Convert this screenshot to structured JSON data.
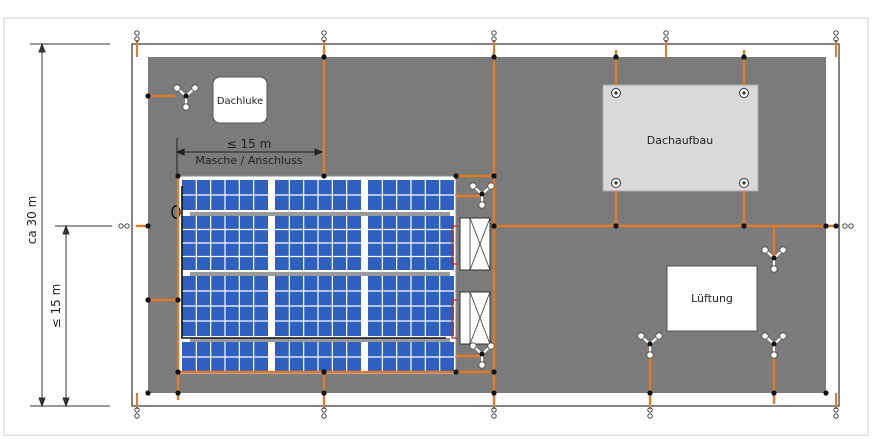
{
  "labels": {
    "skylight": "Dachluke",
    "roof_structure": "Dachaufbau",
    "ventilation": "Lüftung",
    "mesh_distance": "≤ 15 m",
    "mesh_caption": "Masche / Anschluss",
    "total_height": "ca 30 m",
    "half_height": "≤ 15 m"
  },
  "colors": {
    "roof": "#7b7b7b",
    "conductor": "#e07b28",
    "panel": "#2f5fbf",
    "panel_frame": "#ffffff",
    "node": "#111111",
    "box_fill": "#d9d9d9",
    "cable_red": "#cc2222"
  },
  "icons": {
    "air_terminal": "air-termination-tripod-icon",
    "earth_connection": "earth-connection-icon",
    "inverter": "inverter-icon"
  }
}
